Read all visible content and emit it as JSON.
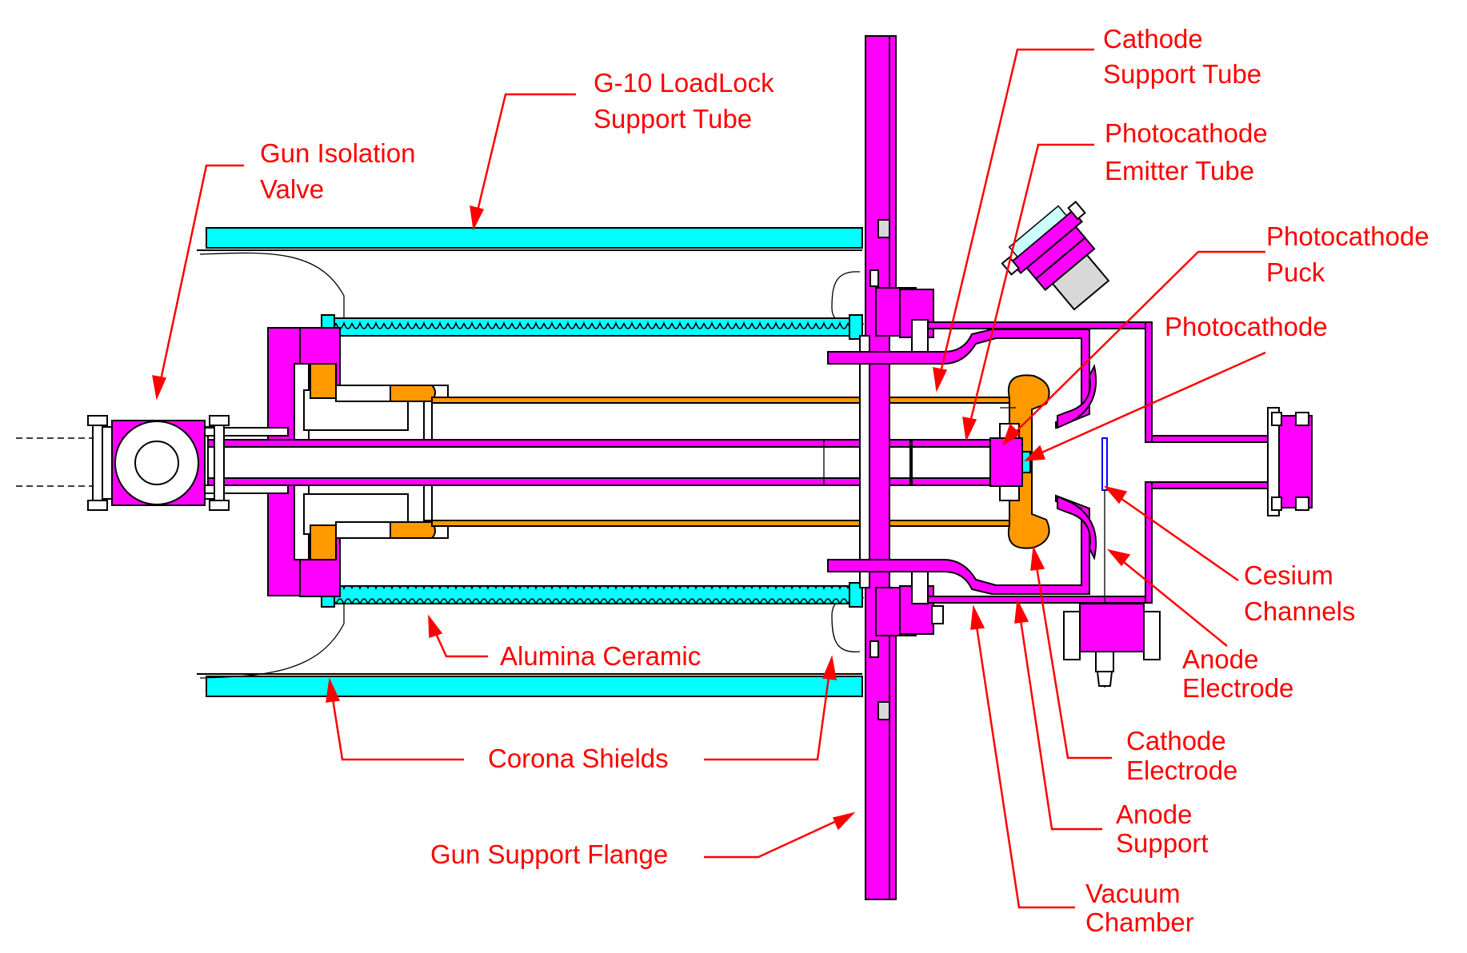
{
  "labels": {
    "g10_loadlock": [
      "G-10 LoadLock",
      "Support Tube"
    ],
    "gun_isolation_valve": [
      "Gun Isolation",
      "Valve"
    ],
    "cathode_support_tube": [
      "Cathode",
      "Support Tube"
    ],
    "photocathode_emitter_tube": [
      "Photocathode",
      "Emitter Tube"
    ],
    "photocathode_puck": [
      "Photocathode",
      "Puck"
    ],
    "photocathode": "Photocathode",
    "cesium_channels": [
      "Cesium",
      "Channels"
    ],
    "anode_electrode": [
      "Anode",
      "Electrode"
    ],
    "cathode_electrode": [
      "Cathode",
      "Electrode"
    ],
    "anode_support": [
      "Anode",
      "Support"
    ],
    "vacuum_chamber": [
      "Vacuum",
      "Chamber"
    ],
    "alumina_ceramic": "Alumina Ceramic",
    "corona_shields": "Corona Shields",
    "gun_support_flange": "Gun Support Flange"
  },
  "colors": {
    "labels": "#ff0000",
    "magenta_parts": "#ff00ff",
    "cyan_parts": "#00ffff",
    "orange_parts": "#ff9900",
    "outline": "#000000"
  }
}
